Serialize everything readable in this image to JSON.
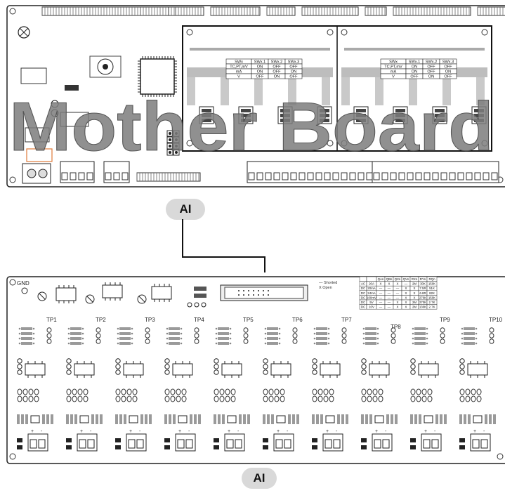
{
  "motherboard": {
    "watermark": "Mother Board",
    "switch_tables": [
      {
        "headers": [
          "SWx",
          "SWx.1",
          "SWx.2",
          "SWx.3"
        ],
        "rows": [
          [
            "TC,PT,mV",
            "ON",
            "OFF",
            "OFF"
          ],
          [
            "mA",
            "ON",
            "OFF",
            "ON"
          ],
          [
            "V",
            "OFF",
            "ON",
            "OFF"
          ]
        ]
      },
      {
        "headers": [
          "SWx",
          "SWx.1",
          "SWx.2",
          "SWx.3"
        ],
        "rows": [
          [
            "TC,PT,mV",
            "ON",
            "OFF",
            "OFF"
          ],
          [
            "mA",
            "ON",
            "OFF",
            "ON"
          ],
          [
            "V",
            "OFF",
            "ON",
            "OFF"
          ]
        ]
      }
    ]
  },
  "labels": {
    "top_ai": "AI",
    "bottom_ai": "AI"
  },
  "ai_board": {
    "gnd_label": "GND",
    "legend": [
      "— Shorted",
      "X Open"
    ],
    "test_points": [
      "TP1",
      "TP2",
      "TP3",
      "TP4",
      "TP5",
      "TP6",
      "TP7",
      "TP8",
      "TP9",
      "TP10"
    ],
    "config_table": {
      "headers": [
        "",
        "",
        "QAn",
        "QBn",
        "QXn",
        "QVn",
        "RXn",
        "RYn",
        "RQn"
      ],
      "rows": [
        [
          "AC",
          "20A",
          "X",
          "X",
          "X",
          "—",
          "2M",
          "30K",
          "150K"
        ],
        [
          "DC",
          "20mA",
          "—",
          "—",
          "—",
          "X",
          "X",
          "7.5R",
          "51K"
        ],
        [
          "DC",
          "24mA",
          "—",
          "—",
          "—",
          "X",
          "X",
          "6.8R",
          "82K"
        ],
        [
          "DC",
          "100mV",
          "—",
          "—",
          "—",
          "X",
          "X",
          "270K",
          "150K"
        ],
        [
          "DC",
          "5V",
          "—",
          "—",
          "X",
          "X",
          "2M",
          "270K",
          "2.7K"
        ],
        [
          "DC",
          "10V",
          "—",
          "—",
          "X",
          "X",
          "2M",
          "130K",
          "2.7K"
        ]
      ]
    }
  }
}
